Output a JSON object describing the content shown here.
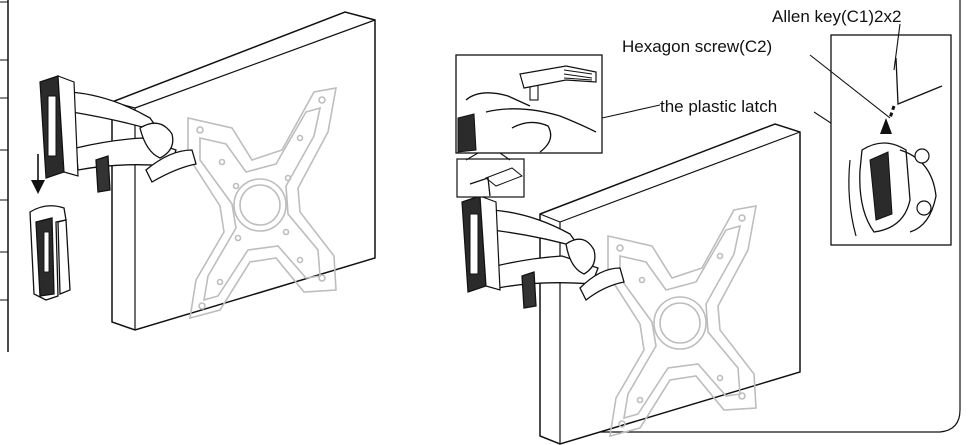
{
  "labels": {
    "allen_key": "Allen key(C1)2x2",
    "hexagon_screw": "Hexagon screw(C2)",
    "plastic_latch": "the plastic latch"
  },
  "icons": {
    "arrow_down": "arrow-down-icon",
    "arrow_up": "arrow-up-icon"
  },
  "colors": {
    "line": "#111111",
    "wall_mount_plate": "#bdbdbd",
    "background": "#ffffff"
  }
}
